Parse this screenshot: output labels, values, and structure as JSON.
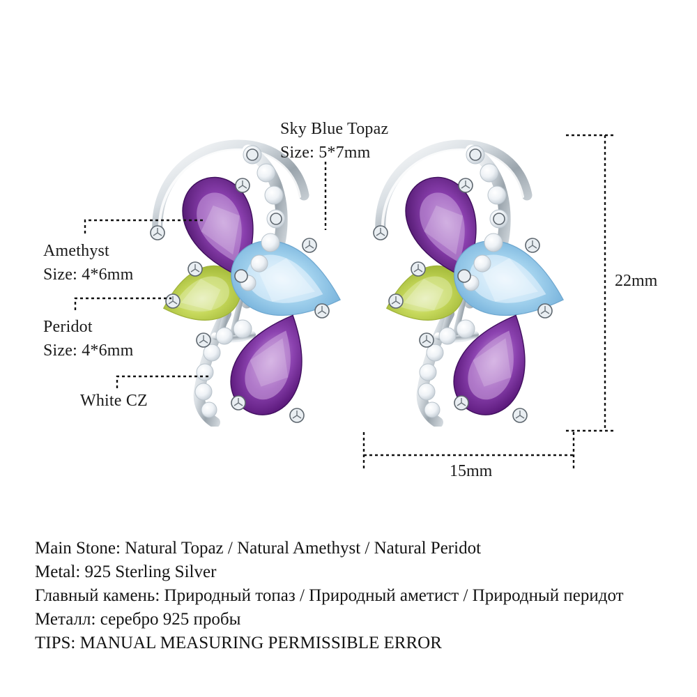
{
  "product": {
    "type": "gemstone-butterfly-earrings",
    "pair_count": 2
  },
  "callouts": [
    {
      "id": "sky-blue-topaz",
      "name_line": "Sky Blue Topaz",
      "size_line": "Size: 5*7mm",
      "stone_color": "#a8d4ed"
    },
    {
      "id": "amethyst",
      "name_line": "Amethyst",
      "size_line": "Size: 4*6mm",
      "stone_color": "#5f2080"
    },
    {
      "id": "peridot",
      "name_line": "Peridot",
      "size_line": "Size: 4*6mm",
      "stone_color": "#c3d653"
    },
    {
      "id": "white-cz",
      "name_line": "White CZ",
      "size_line": "",
      "stone_color": "#f2f4f7"
    }
  ],
  "dimensions": {
    "height_label": "22mm",
    "width_label": "15mm"
  },
  "spec_lines": [
    "Main Stone: Natural Topaz / Natural Amethyst / Natural Peridot",
    "Metal: 925 Sterling Silver",
    "Главный камень: Природный топаз / Природный аметист / Природный перидот",
    "Металл: серебро 925 пробы",
    "TIPS: MANUAL MEASURING PERMISSIBLE ERROR"
  ],
  "colors": {
    "amethyst": "#5f2080",
    "amethyst_light": "#b088cc",
    "topaz": "#a8d4ed",
    "topaz_deep": "#7ab4de",
    "peridot": "#c3d653",
    "peridot_light": "#dde8a8",
    "cz": "#f4f6f9",
    "silver": "#cfd6dc",
    "silver_dark": "#8c969e",
    "line": "#111111",
    "text": "#1a1a1a"
  }
}
